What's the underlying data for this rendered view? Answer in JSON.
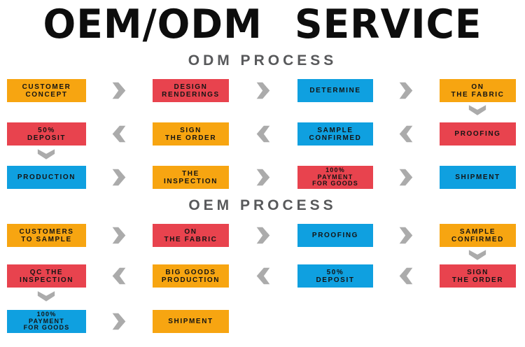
{
  "title": "OEM/ODM SERVICE",
  "colors": {
    "orange": "#F7A511",
    "red": "#E8434E",
    "blue": "#0FA0E0",
    "arrow_gray": "#ABABAB",
    "heading_gray": "#58595B",
    "text_black": "#141414"
  },
  "odm": {
    "heading": "ODM PROCESS",
    "steps": {
      "customer_concept": {
        "lines": [
          "CUSTOMER",
          "CONCEPT"
        ],
        "color": "orange"
      },
      "design_renderings": {
        "lines": [
          "DESIGN",
          "RENDERINGS"
        ],
        "color": "red"
      },
      "determine": {
        "lines": [
          "DETERMINE"
        ],
        "color": "blue"
      },
      "on_the_fabric": {
        "lines": [
          "ON",
          "THE FABRIC"
        ],
        "color": "orange"
      },
      "deposit_50": {
        "lines": [
          "50%",
          "DEPOSIT"
        ],
        "color": "red"
      },
      "sign_the_order": {
        "lines": [
          "SIGN",
          "THE ORDER"
        ],
        "color": "orange"
      },
      "sample_confirmed": {
        "lines": [
          "SAMPLE",
          "CONFIRMED"
        ],
        "color": "blue"
      },
      "proofing": {
        "lines": [
          "PROOFING"
        ],
        "color": "red"
      },
      "production": {
        "lines": [
          "PRODUCTION"
        ],
        "color": "blue"
      },
      "the_inspection": {
        "lines": [
          "THE",
          "INSPECTION"
        ],
        "color": "orange"
      },
      "payment_100": {
        "lines": [
          "100%",
          "PAYMENT",
          "FOR GOODS"
        ],
        "color": "red"
      },
      "shipment": {
        "lines": [
          "SHIPMENT"
        ],
        "color": "blue"
      }
    }
  },
  "oem": {
    "heading": "OEM PROCESS",
    "steps": {
      "customers_to_sample": {
        "lines": [
          "CUSTOMERS",
          "TO SAMPLE"
        ],
        "color": "orange"
      },
      "on_the_fabric": {
        "lines": [
          "ON",
          "THE FABRIC"
        ],
        "color": "red"
      },
      "proofing": {
        "lines": [
          "PROOFING"
        ],
        "color": "blue"
      },
      "sample_confirmed": {
        "lines": [
          "SAMPLE",
          "CONFIRMED"
        ],
        "color": "orange"
      },
      "qc_the_inspection": {
        "lines": [
          "QC THE",
          "INSPECTION"
        ],
        "color": "red"
      },
      "big_goods_production": {
        "lines": [
          "BIG GOODS",
          "PRODUCTION"
        ],
        "color": "orange"
      },
      "deposit_50": {
        "lines": [
          "50%",
          "DEPOSIT"
        ],
        "color": "blue"
      },
      "sign_the_order": {
        "lines": [
          "SIGN",
          "THE ORDER"
        ],
        "color": "red"
      },
      "payment_100": {
        "lines": [
          "100%",
          "PAYMENT",
          "FOR GOODS"
        ],
        "color": "blue"
      },
      "shipment": {
        "lines": [
          "SHIPMENT"
        ],
        "color": "orange"
      }
    }
  }
}
